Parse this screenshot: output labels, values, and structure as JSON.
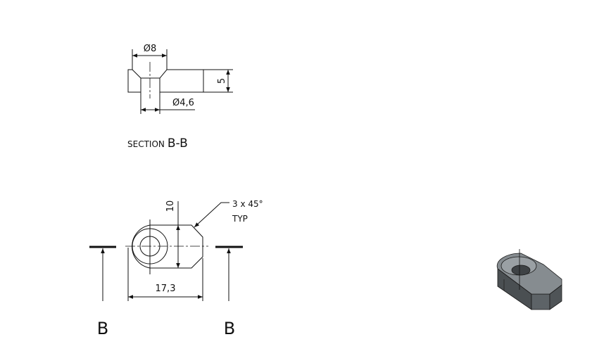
{
  "section_view": {
    "dim_counterbore_diameter": "Ø8",
    "dim_hole_diameter": "Ø4,6",
    "dim_thickness": "5",
    "title_prefix": "SECTION",
    "title_name": "B-B"
  },
  "top_view": {
    "dim_width": "10",
    "dim_length": "17,3",
    "chamfer_note": "3 x 45°",
    "chamfer_note_2": "TYP",
    "section_label_left": "B",
    "section_label_right": "B"
  },
  "colors": {
    "line": "#111111",
    "solid_dark": "#4a4f52",
    "solid_mid": "#6b7175",
    "solid_light": "#8a9094"
  }
}
